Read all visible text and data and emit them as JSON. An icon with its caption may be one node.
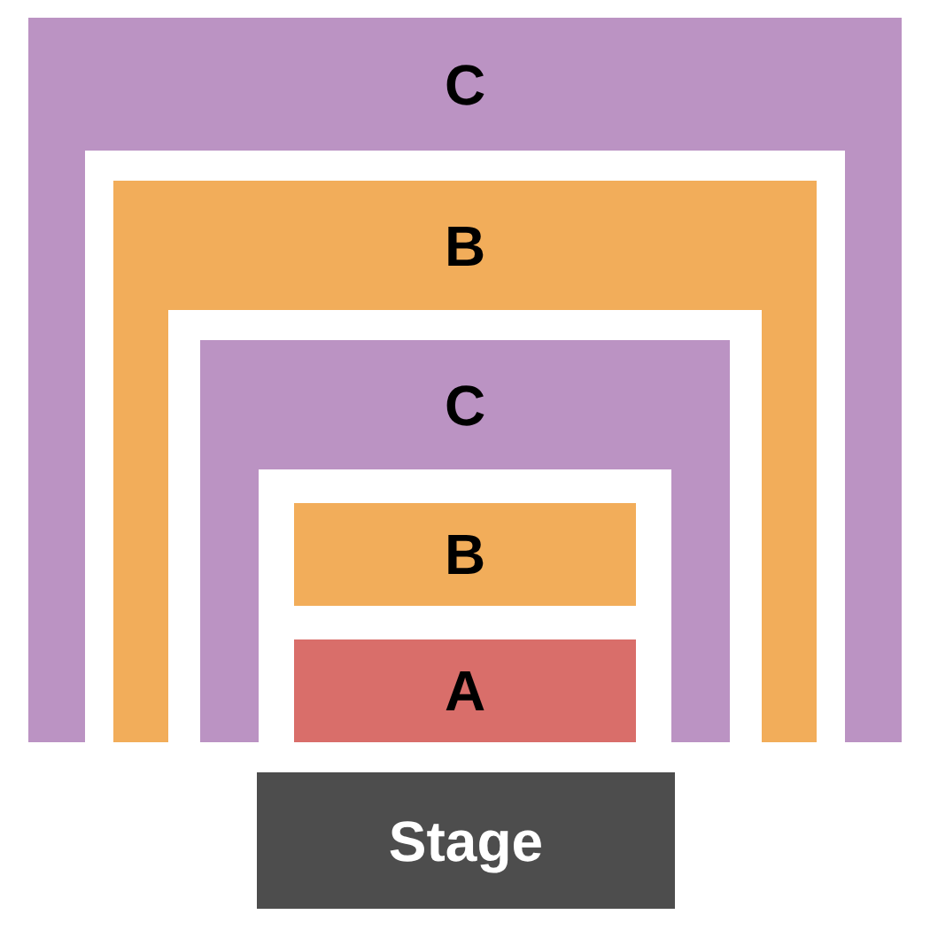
{
  "diagram": {
    "nodes": [
      {
        "text": [
          "C"
        ]
      },
      {
        "text": [
          "B"
        ]
      },
      {
        "text": [
          "C"
        ]
      },
      {
        "text": [
          "B"
        ]
      },
      {
        "text": [
          "A"
        ]
      },
      {
        "text": [
          "Stage"
        ]
      }
    ]
  }
}
